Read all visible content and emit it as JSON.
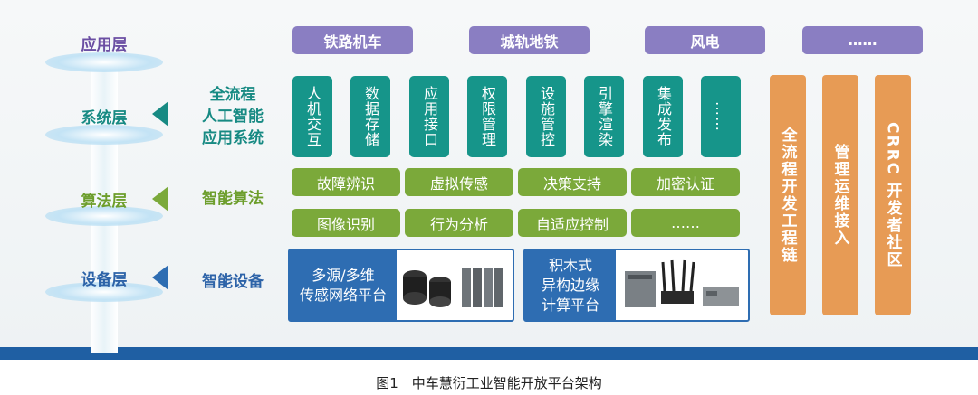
{
  "layers": [
    {
      "name": "应用层",
      "color": "#6b4fa3"
    },
    {
      "name": "系统层",
      "color": "#178a83"
    },
    {
      "name": "算法层",
      "color": "#6d9e2c"
    },
    {
      "name": "设备层",
      "color": "#2d63a8"
    }
  ],
  "middle": {
    "system_line1": "全流程",
    "system_line2": "人工智能",
    "system_line3": "应用系统",
    "algorithm": "智能算法",
    "device": "智能设备"
  },
  "applications": [
    "铁路机车",
    "城轨地铁",
    "风电",
    "……"
  ],
  "systems": [
    "人机交互",
    "数据存储",
    "应用接口",
    "权限管理",
    "设施管控",
    "引擎渲染",
    "集成发布",
    "……"
  ],
  "algorithms_row1": [
    "故障辨识",
    "虚拟传感",
    "决策支持",
    "加密认证"
  ],
  "algorithms_row2": [
    "图像识别",
    "行为分析",
    "自适应控制",
    "……"
  ],
  "devices": {
    "sensor_line1": "多源/多维",
    "sensor_line2": "传感网络平台",
    "edge_line1": "积木式",
    "edge_line2": "异构边缘",
    "edge_line3": "计算平台"
  },
  "side_columns": [
    "全流程开发工程链",
    "管理运维接入",
    "CRRC 开发者社区"
  ],
  "caption": "图1　中车慧衍工业智能开放平台架构",
  "colors": {
    "purple": "#8a7ec2",
    "teal": "#16958a",
    "green": "#7ba93a",
    "blue": "#2e6db2",
    "orange": "#e79b55"
  }
}
